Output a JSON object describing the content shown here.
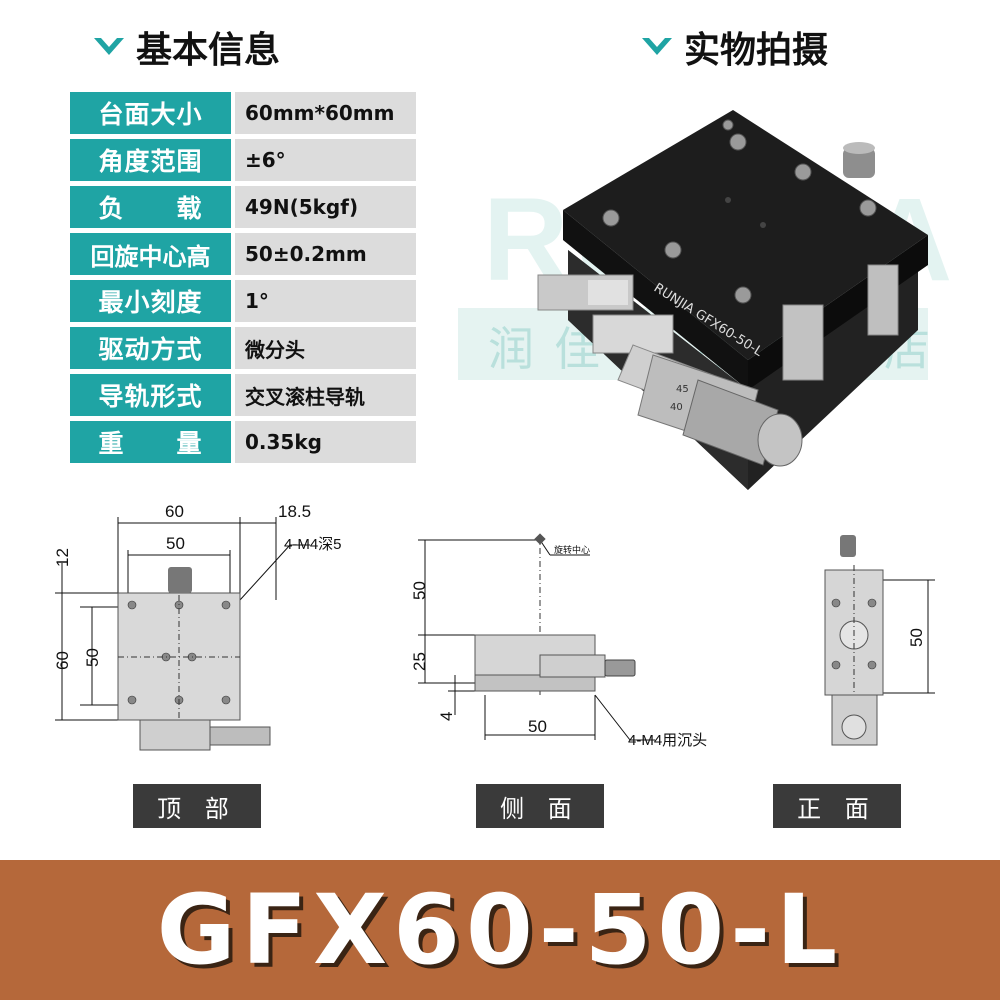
{
  "sections": {
    "basic_info": "基本信息",
    "photo": "实物拍摄"
  },
  "specs": [
    {
      "label": "台面大小",
      "value": "60mm*60mm"
    },
    {
      "label": "角度范围",
      "value": "±6°"
    },
    {
      "label": "负　　载",
      "value": "49N(5kgf)"
    },
    {
      "label": "回旋中心高",
      "value": "50±0.2mm"
    },
    {
      "label": "最小刻度",
      "value": "1°"
    },
    {
      "label": "驱动方式",
      "value": "微分头"
    },
    {
      "label": "导轨形式",
      "value": "交叉滚柱导轨"
    },
    {
      "label": "重　　量",
      "value": "0.35kg"
    }
  ],
  "photo": {
    "watermark_brand": "RUNJIA",
    "watermark_store": "润佳自方旗舰店",
    "engraving": "RUNJIA GFX60-50-L",
    "micrometer_marks": [
      "45",
      "40"
    ]
  },
  "drawings": {
    "top": {
      "dims": [
        "60",
        "18.5",
        "50",
        "12",
        "60",
        "50"
      ],
      "note": "4-M4深5",
      "caption": "顶 部"
    },
    "side": {
      "dims": [
        "50",
        "25",
        "4",
        "50"
      ],
      "note_center": "旋转中心",
      "note_hole": "4-M4用沉头",
      "caption": "侧 面"
    },
    "front": {
      "dims": [
        "50"
      ],
      "caption": "正 面"
    }
  },
  "banner": {
    "model": "GFX60-50-L"
  },
  "colors": {
    "teal": "#1fa4a4",
    "banner": "#b5683a",
    "value_bg": "#dcdcdc",
    "caption_bg": "#3a3a3a"
  }
}
